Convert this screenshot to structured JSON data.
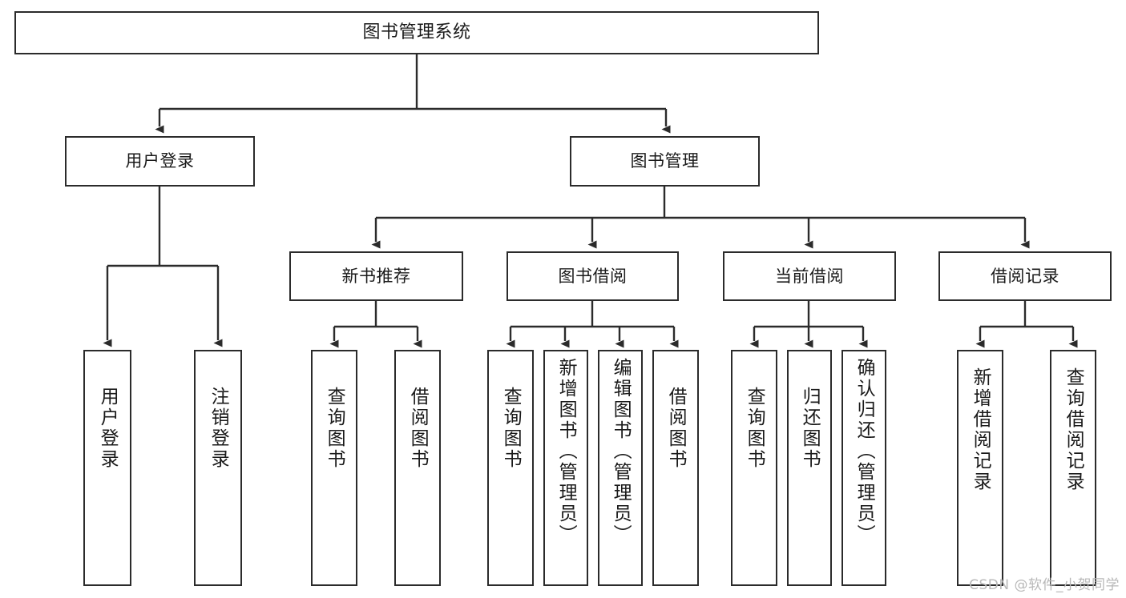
{
  "diagram": {
    "title": "图书管理系统",
    "watermark": "CSDN @软件_小贺同学",
    "colors": {
      "stroke": "#2b2b2b",
      "fill": "#ffffff",
      "text": "#1a1a1a",
      "watermark": "#b8b8b8"
    },
    "nodes": {
      "root": {
        "label": "图书管理系统"
      },
      "level2": [
        {
          "id": "user-login",
          "label": "用户登录"
        },
        {
          "id": "book-manage",
          "label": "图书管理"
        }
      ],
      "level3": [
        {
          "id": "new-book-recommend",
          "label": "新书推荐"
        },
        {
          "id": "book-borrow",
          "label": "图书借阅"
        },
        {
          "id": "current-borrow",
          "label": "当前借阅"
        },
        {
          "id": "borrow-record",
          "label": "借阅记录"
        }
      ],
      "leaves": {
        "user-login": [
          {
            "id": "leaf-user-login",
            "label": "用户登录"
          },
          {
            "id": "leaf-logout-login",
            "label": "注销登录"
          }
        ],
        "new-book-recommend": [
          {
            "id": "leaf-query-book-1",
            "label": "查询图书"
          },
          {
            "id": "leaf-borrow-book-1",
            "label": "借阅图书"
          }
        ],
        "book-borrow": [
          {
            "id": "leaf-query-book-2",
            "label": "查询图书"
          },
          {
            "id": "leaf-add-book",
            "label": "新增图书（管理员）"
          },
          {
            "id": "leaf-edit-book",
            "label": "编辑图书（管理员）"
          },
          {
            "id": "leaf-borrow-book-2",
            "label": "借阅图书"
          }
        ],
        "current-borrow": [
          {
            "id": "leaf-query-book-3",
            "label": "查询图书"
          },
          {
            "id": "leaf-return-book",
            "label": "归还图书"
          },
          {
            "id": "leaf-confirm-return",
            "label": "确认归还（管理员）"
          }
        ],
        "borrow-record": [
          {
            "id": "leaf-add-record",
            "label": "新增借阅记录"
          },
          {
            "id": "leaf-query-record",
            "label": "查询借阅记录"
          }
        ]
      }
    }
  }
}
